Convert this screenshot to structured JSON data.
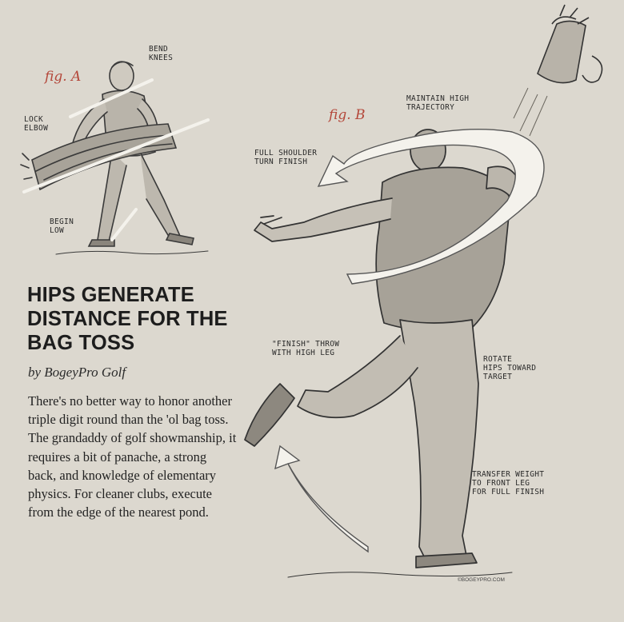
{
  "figures": {
    "fig_a": "fig. A",
    "fig_b": "fig. B"
  },
  "annotations": {
    "bend_knees": "BEND\nKNEES",
    "lock_elbow": "LOCK\nELBOW",
    "begin_low": "BEGIN\nLOW",
    "maintain_high_trajectory": "MAINTAIN HIGH\nTRAJECTORY",
    "full_shoulder_turn_finish": "FULL SHOULDER\nTURN FINISH",
    "finish_throw_high_leg": "\"FINISH\" THROW\nWITH HIGH LEG",
    "rotate_hips_toward_target": "ROTATE\nHIPS TOWARD\nTARGET",
    "transfer_weight": "TRANSFER WEIGHT\nTO FRONT LEG\nFOR FULL FINISH"
  },
  "article": {
    "headline": "HIPS GENERATE DISTANCE FOR THE BAG TOSS",
    "byline": "by BogeyPro Golf",
    "body": "There's no better way to honor another triple digit round than the 'ol bag toss. The grandaddy of golf showmanship, it requires a bit of panache, a strong back, and knowledge of elementary physics. For cleaner clubs, execute from the edge of the nearest pond."
  },
  "credit": "©BOGEYPRO.COM",
  "colors": {
    "background": "#dcd8cf",
    "fig_label": "#b4473a",
    "ink": "#222222"
  }
}
